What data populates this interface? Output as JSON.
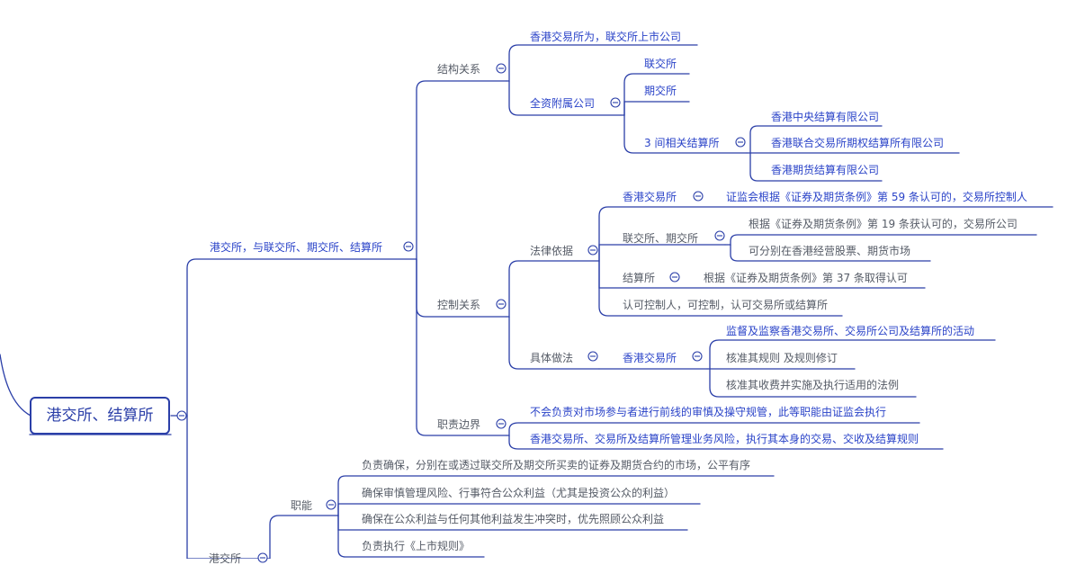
{
  "root": "港交所、结算所",
  "branch1": {
    "label": "港交所，与联交所、期交所、结算所",
    "structure": {
      "label": "结构关系",
      "item1": "香港交易所为，联交所上市公司",
      "subsidiaries": {
        "label": "全资附属公司",
        "a": "联交所",
        "b": "期交所",
        "clearing": {
          "label": "3 间相关结算所",
          "c1": "香港中央结算有限公司",
          "c2": "香港联合交易所期权结算所有限公司",
          "c3": "香港期货结算有限公司"
        }
      }
    },
    "control": {
      "label": "控制关系",
      "legal": {
        "label": "法律依据",
        "hkex": {
          "label": "香港交易所",
          "text": "证监会根据《证券及期货条例》第 59 条认可的，交易所控制人"
        },
        "sehk": {
          "label": "联交所、期交所",
          "t1": "根据《证券及期货条例》第 19 条获认可的，交易所公司",
          "t2": "可分别在香港经营股票、期货市场"
        },
        "clearing": {
          "label": "结算所",
          "text": "根据《证券及期货条例》第 37 条取得认可"
        },
        "extra": "认可控制人，可控制，认可交易所或结算所"
      },
      "practice": {
        "label": "具体做法",
        "hkex": {
          "label": "香港交易所",
          "t1": "监督及监察香港交易所、交易所公司及结算所的活动",
          "t2": "核准其规则 及规则修订",
          "t3": "核准其收费并实施及执行适用的法例"
        }
      }
    },
    "duty": {
      "label": "职责边界",
      "t1": "不会负责对市场参与者进行前线的审慎及操守规管，此等职能由证监会执行",
      "t2": "香港交易所、交易所及结算所管理业务风险，执行其本身的交易、交收及结算规则"
    }
  },
  "branch2": {
    "label": "港交所",
    "functions": {
      "label": "职能",
      "f1": "负责确保，分别在或透过联交所及期交所买卖的证券及期货合约的市场，公平有序",
      "f2": "确保审慎管理风险、行事符合公众利益（尤其是投资公众的利益）",
      "f3": "确保在公众利益与任何其他利益发生冲突时，优先照顾公众利益",
      "f4": "负责执行《上市规则》"
    }
  }
}
